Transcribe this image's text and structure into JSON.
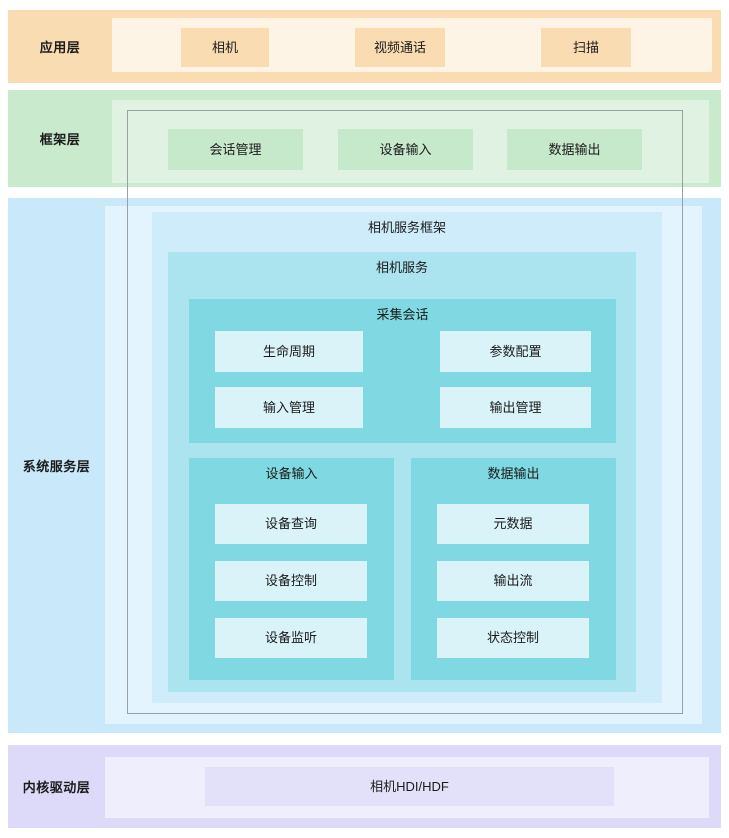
{
  "layers": {
    "application": {
      "label": "应用层",
      "apps": [
        "相机",
        "视频通话",
        "扫描"
      ]
    },
    "framework": {
      "label": "框架层",
      "modules": [
        "会话管理",
        "设备输入",
        "数据输出"
      ]
    },
    "system_service": {
      "label": "系统服务层",
      "camera_service_framework": {
        "title": "相机服务框架",
        "camera_service": {
          "title": "相机服务",
          "capture_session": {
            "title": "采集会话",
            "items": [
              "生命周期",
              "参数配置",
              "输入管理",
              "输出管理"
            ]
          },
          "device_input": {
            "title": "设备输入",
            "items": [
              "设备查询",
              "设备控制",
              "设备监听"
            ]
          },
          "data_output": {
            "title": "数据输出",
            "items": [
              "元数据",
              "输出流",
              "状态控制"
            ]
          }
        }
      }
    },
    "kernel_driver": {
      "label": "内核驱动层",
      "module": "相机HDI/HDF"
    }
  },
  "colors": {
    "application_band": "#FADCB2",
    "application_inner": "#FDF4E6",
    "framework_band": "#C9EACD",
    "framework_inner": "#E0F3E2",
    "framework_chip": "#C6E8CB",
    "system_band": "#C9E9FA",
    "system_inner": "#E3F4FE",
    "camera_service_framework_panel": "#CFECFB",
    "camera_service_panel": "#ABE3EF",
    "teal_panel": "#7FD8E2",
    "teal_chip": "#D9F3F9",
    "kernel_band": "#DCDAF8",
    "kernel_inner": "#EFEEFC",
    "kernel_chip": "#E3E1FA",
    "frame_border": "#9AA0A2",
    "text": "#1B1B1B"
  }
}
